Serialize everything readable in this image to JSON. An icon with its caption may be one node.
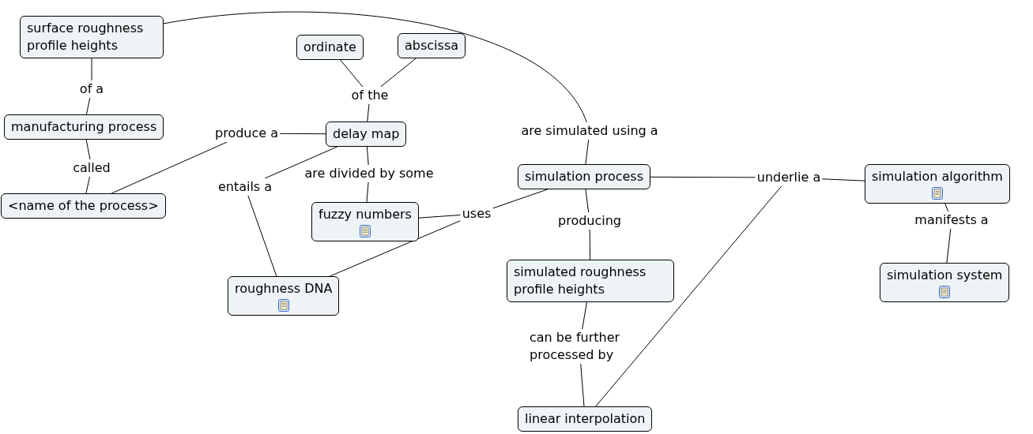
{
  "diagram": {
    "nodes": [
      {
        "text": [
          "surface roughness profile heights"
        ]
      },
      {
        "text": [
          "of a"
        ]
      },
      {
        "text": [
          "manufacturing process"
        ]
      },
      {
        "text": [
          "called"
        ]
      },
      {
        "text": [
          "<name of the process>"
        ]
      },
      {
        "text": [
          "ordinate"
        ]
      },
      {
        "text": [
          "abscissa"
        ]
      },
      {
        "text": [
          "of the"
        ]
      },
      {
        "text": [
          "delay map"
        ]
      },
      {
        "text": [
          "produce a"
        ]
      },
      {
        "text": [
          "are divided by some"
        ]
      },
      {
        "text": [
          "entails a"
        ]
      },
      {
        "text": [
          "fuzzy numbers"
        ]
      },
      {
        "text": [
          "uses"
        ]
      },
      {
        "text": [
          "roughness DNA"
        ]
      },
      {
        "text": [
          "are simulated using a"
        ]
      },
      {
        "text": [
          "simulation process"
        ]
      },
      {
        "text": [
          "underlie a"
        ]
      },
      {
        "text": [
          "simulation algorithm"
        ]
      },
      {
        "text": [
          "producing"
        ]
      },
      {
        "text": [
          "simulated roughness profile heights"
        ]
      },
      {
        "text": [
          "manifests a"
        ]
      },
      {
        "text": [
          "simulation system"
        ]
      },
      {
        "text": [
          "can be further processed by"
        ]
      },
      {
        "text": [
          "linear interpolation"
        ]
      }
    ],
    "edges": [
      {
        "from": 0,
        "to": 1,
        "arrow": "none"
      },
      {
        "from": 1,
        "to": 2,
        "arrow": "none"
      },
      {
        "from": 2,
        "to": 3,
        "arrow": "none"
      },
      {
        "from": 3,
        "to": 4,
        "arrow": "none"
      },
      {
        "from": 4,
        "to": 9,
        "arrow": "none"
      },
      {
        "from": 9,
        "to": 8,
        "arrow": "none"
      },
      {
        "from": 5,
        "to": 7,
        "arrow": "none"
      },
      {
        "from": 6,
        "to": 7,
        "arrow": "none"
      },
      {
        "from": 7,
        "to": 8,
        "arrow": "none"
      },
      {
        "from": 8,
        "to": 10,
        "arrow": "none"
      },
      {
        "from": 10,
        "to": 12,
        "arrow": "none"
      },
      {
        "from": 8,
        "to": 11,
        "arrow": "none"
      },
      {
        "from": 11,
        "to": 14,
        "arrow": "none"
      },
      {
        "from": 12,
        "to": 13,
        "arrow": "none"
      },
      {
        "from": 14,
        "to": 13,
        "arrow": "none"
      },
      {
        "from": 13,
        "to": 16,
        "arrow": "none"
      },
      {
        "from": 0,
        "to": 15,
        "arrow": "none"
      },
      {
        "from": 15,
        "to": 16,
        "arrow": "none"
      },
      {
        "from": 16,
        "to": 17,
        "arrow": "none"
      },
      {
        "from": 17,
        "to": 18,
        "arrow": "none"
      },
      {
        "from": 16,
        "to": 19,
        "arrow": "none"
      },
      {
        "from": 19,
        "to": 20,
        "arrow": "none"
      },
      {
        "from": 20,
        "to": 23,
        "arrow": "none"
      },
      {
        "from": 23,
        "to": 24,
        "arrow": "none"
      },
      {
        "from": 24,
        "to": 17,
        "arrow": "none"
      },
      {
        "from": 18,
        "to": 21,
        "arrow": "none"
      },
      {
        "from": 21,
        "to": 22,
        "arrow": "none"
      }
    ]
  }
}
